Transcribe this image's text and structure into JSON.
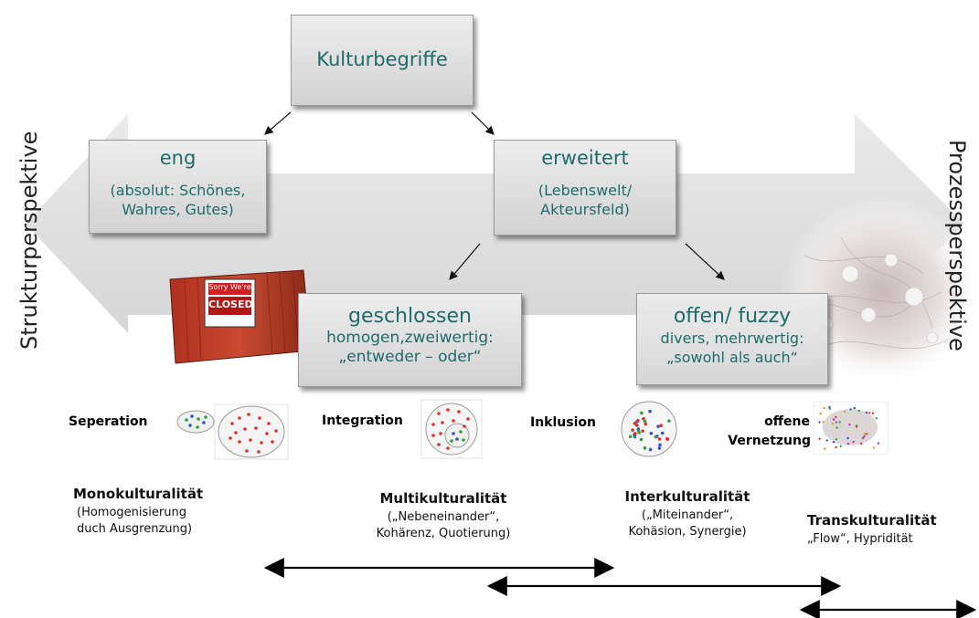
{
  "root": {
    "title": "Kulturbegriffe"
  },
  "axis": {
    "left_label": "Strukturperspektive",
    "right_label": "Prozessperspektive"
  },
  "nodes": {
    "eng": {
      "title": "eng",
      "line1": "(absolut: Schönes,",
      "line2": "Wahres, Gutes)"
    },
    "erweitert": {
      "title": "erweitert",
      "line1": "(Lebenswelt/",
      "line2": "Akteursfeld)"
    },
    "geschlossen": {
      "title": "geschlossen",
      "line1": "homogen,zweiwertig:",
      "line2": "„entweder – oder“"
    },
    "offen": {
      "title": "offen/ fuzzy",
      "line1": "divers, mehrwertig:",
      "line2": "„sowohl als auch“"
    }
  },
  "container_sign": {
    "line1": "Sorry We're",
    "line2": "CLOSED"
  },
  "models": {
    "seperation": "Seperation",
    "integration": "Integration",
    "inklusion": "Inklusion",
    "offene_line1": "offene",
    "offene_line2": "Vernetzung"
  },
  "concepts": {
    "mono": {
      "title": "Monokulturalität",
      "line1": "(Homogenisierung",
      "line2": "duch Ausgrenzung)"
    },
    "multi": {
      "title": "Multikulturalität",
      "line1": "(„Nebeneinander“,",
      "line2": "Kohärenz, Quotierung)"
    },
    "inter": {
      "title": "Interkulturalität",
      "line1": "(„Miteinander“,",
      "line2": "Kohäsion, Synergie)"
    },
    "trans": {
      "title": "Transkulturalität",
      "line1": "„Flow“, Hypridität"
    }
  },
  "colors": {
    "arrow_gray": "#d9d9d9",
    "box_text": "#1f6b6b",
    "dot_red": "#e03030",
    "dot_blue": "#3050d0",
    "dot_green": "#30a040"
  }
}
